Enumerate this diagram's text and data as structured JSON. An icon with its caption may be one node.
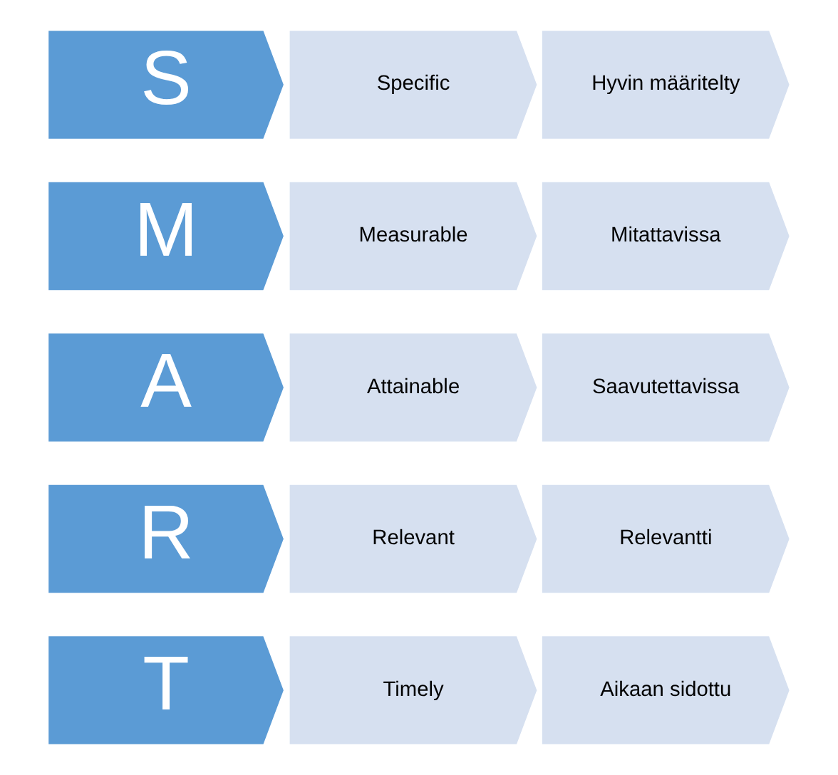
{
  "diagram": {
    "nodes": [
      {
        "text": [
          "S"
        ]
      },
      {
        "text": [
          "Specific"
        ]
      },
      {
        "text": [
          "Hyvin määritelty"
        ]
      },
      {
        "text": [
          "M"
        ]
      },
      {
        "text": [
          "Measurable"
        ]
      },
      {
        "text": [
          "Mitattavissa"
        ]
      },
      {
        "text": [
          "A"
        ]
      },
      {
        "text": [
          "Attainable"
        ]
      },
      {
        "text": [
          "Saavutettavissa"
        ]
      },
      {
        "text": [
          "R"
        ]
      },
      {
        "text": [
          "Relevant"
        ]
      },
      {
        "text": [
          "Relevantti"
        ]
      },
      {
        "text": [
          "T"
        ]
      },
      {
        "text": [
          "Timely"
        ]
      },
      {
        "text": [
          "Aikaan sidottu"
        ]
      }
    ],
    "edges": []
  }
}
